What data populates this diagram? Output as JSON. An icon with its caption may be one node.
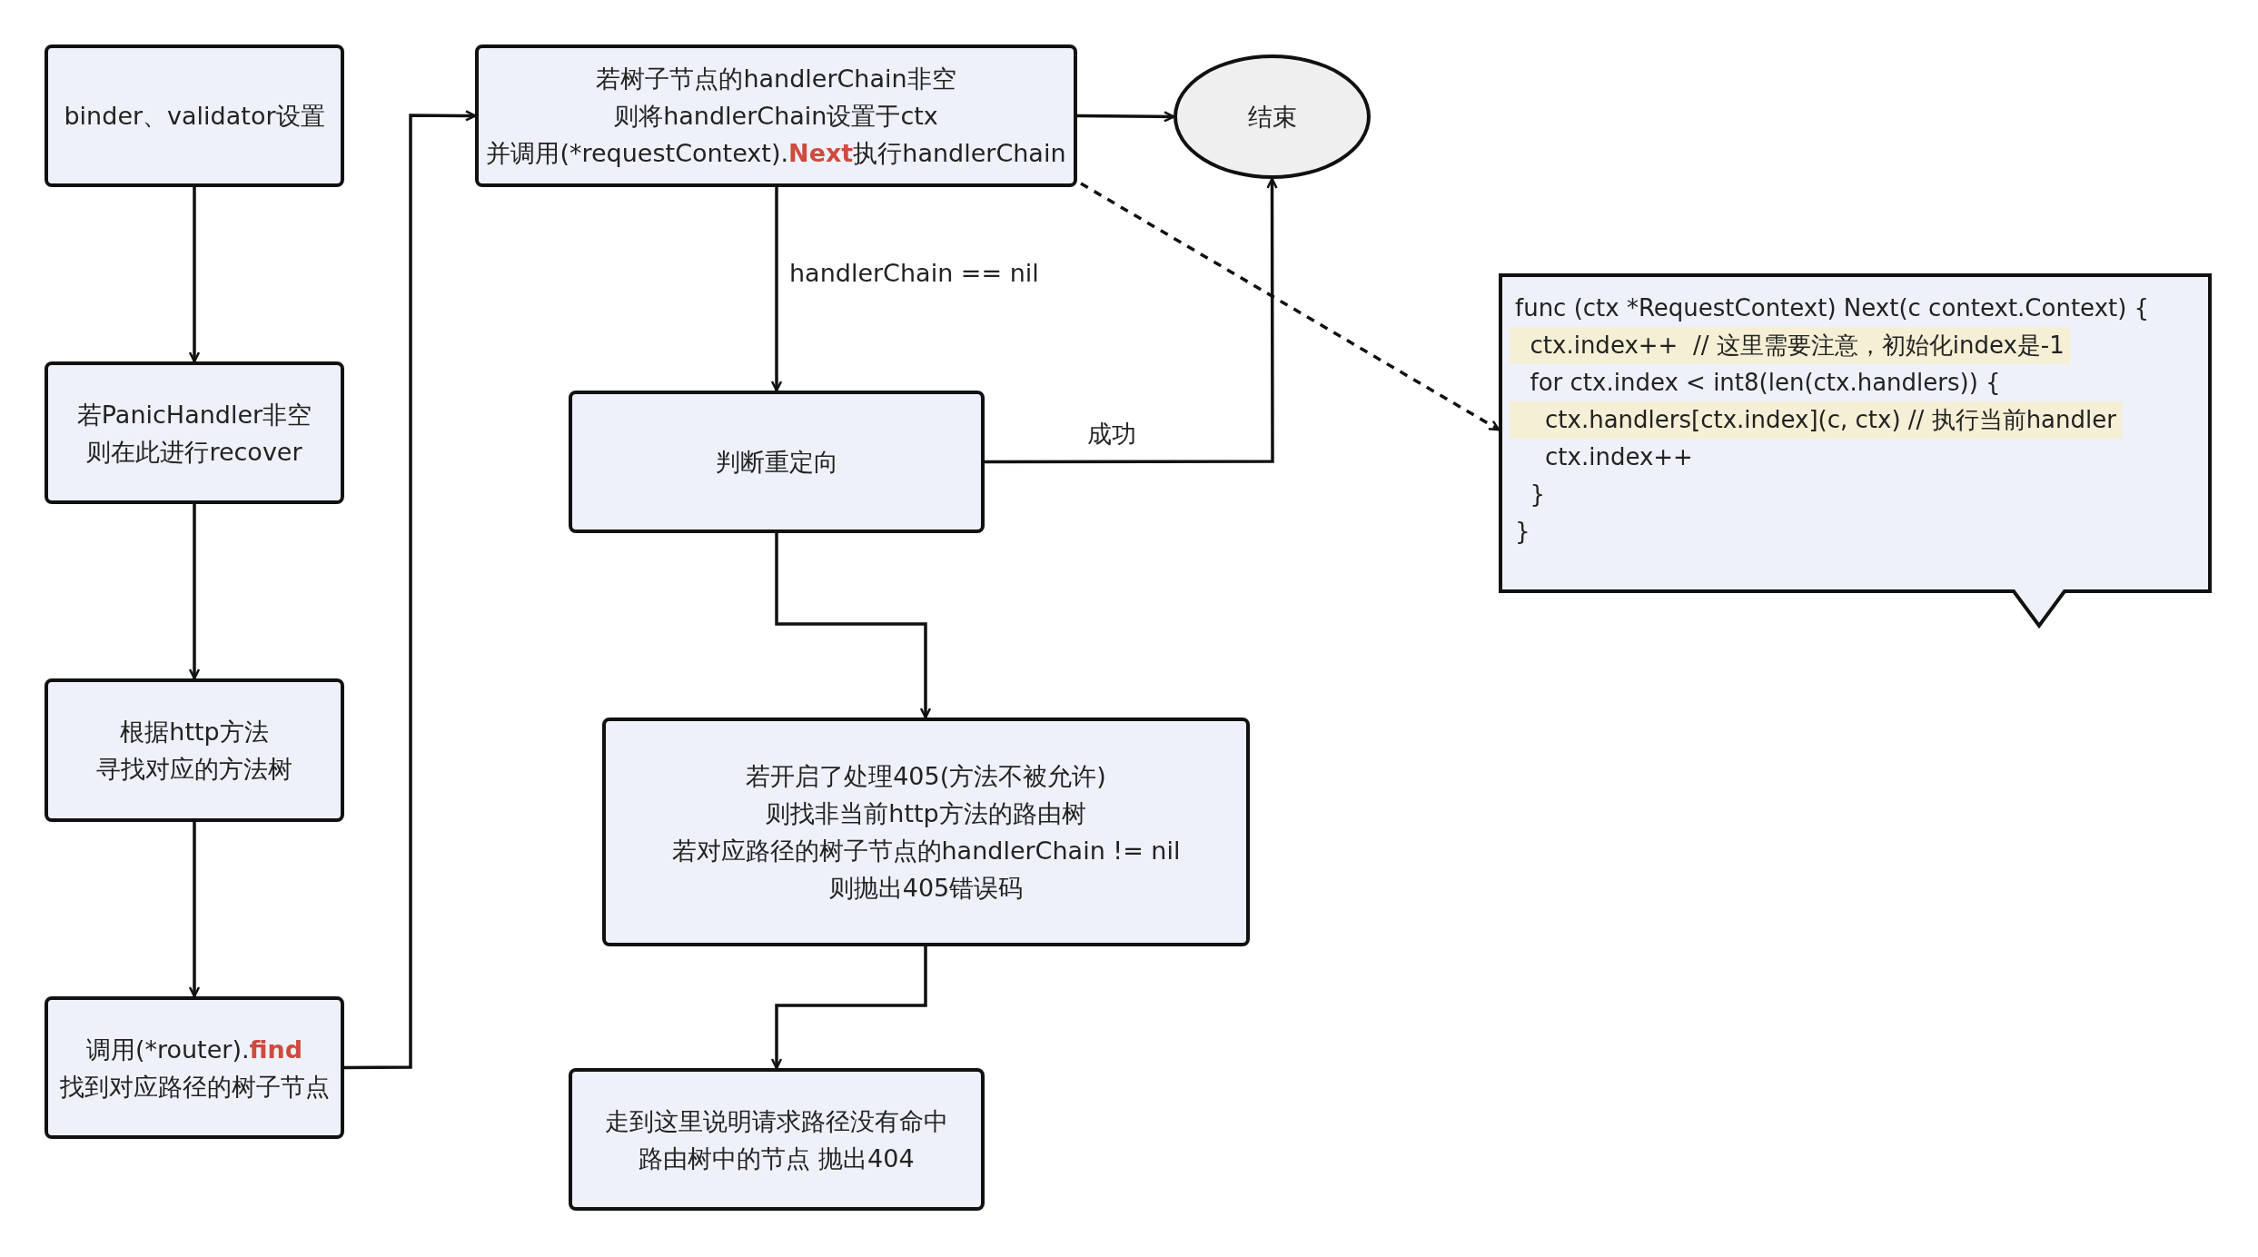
{
  "diagram": {
    "nodes": [
      {
        "text": [
          "binder、validator设置"
        ]
      },
      {
        "text": [
          "若PanicHandler非空",
          "则在此进行recover"
        ]
      },
      {
        "text": [
          "根据http方法",
          "寻找对应的方法树"
        ]
      },
      {
        "text": [
          "调用(*router).**find**",
          "找到对应路径的树子节点"
        ]
      },
      {
        "text": [
          "若树子节点的handlerChain非空",
          "则将handlerChain设置于ctx",
          "并调用(*requestContext).**Next**执行handlerChain"
        ]
      },
      {
        "text": [
          "结束"
        ]
      },
      {
        "text": [
          "判断重定向"
        ]
      },
      {
        "text": [
          "若开启了处理405(方法不被允许)",
          "则找非当前http方法的路由树",
          "若对应路径的树子节点的handlerChain != nil",
          "则抛出405错误码"
        ]
      },
      {
        "text": [
          "走到这里说明请求路径没有命中",
          "路由树中的节点 抛出404"
        ]
      },
      {
        "text": [
          "func (ctx *RequestContext) Next(c context.Context) {",
          "  ctx.index++  // 这里需要注意，初始化index是-1",
          "  for ctx.index < int8(len(ctx.handlers)) {",
          "    ctx.handlers[ctx.index](c, ctx) // 执行当前handler",
          "    ctx.index++",
          "  }",
          "}"
        ]
      }
    ],
    "edges": [
      {
        "from": 0,
        "to": 1,
        "arrow": "to"
      },
      {
        "from": 1,
        "to": 2,
        "arrow": "to"
      },
      {
        "from": 2,
        "to": 3,
        "arrow": "to"
      },
      {
        "from": 3,
        "to": 4,
        "arrow": "to"
      },
      {
        "from": 4,
        "to": 5,
        "arrow": "to"
      },
      {
        "from": 4,
        "to": 6,
        "arrow": "to",
        "label": "handlerChain == nil"
      },
      {
        "from": 6,
        "to": 5,
        "arrow": "to",
        "label": "成功"
      },
      {
        "from": 6,
        "to": 7,
        "arrow": "to"
      },
      {
        "from": 7,
        "to": 8,
        "arrow": "to"
      },
      {
        "from": 4,
        "to": 9,
        "arrow": "to",
        "style": "dashed"
      }
    ]
  }
}
